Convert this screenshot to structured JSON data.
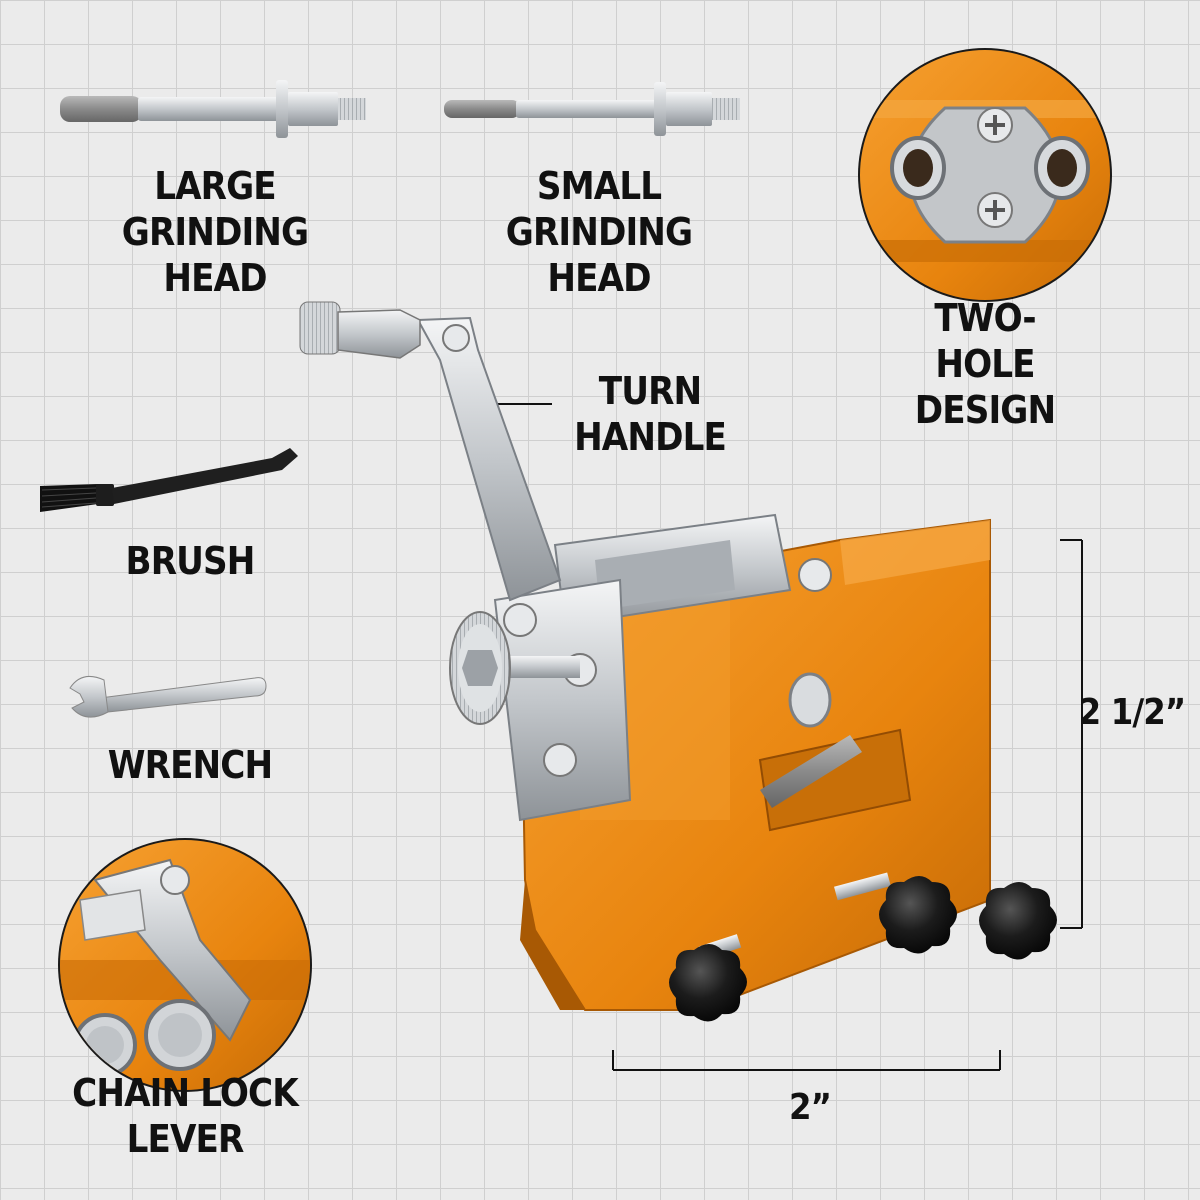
{
  "labels": {
    "large_grinding_head": [
      "LARGE GRINDING",
      "HEAD"
    ],
    "small_grinding_head": [
      "SMALL GRINDING",
      "HEAD"
    ],
    "two_hole_design": [
      "TWO-HOLE",
      "DESIGN"
    ],
    "turn_handle": [
      "TURN",
      "HANDLE"
    ],
    "brush": "BRUSH",
    "wrench": "WRENCH",
    "chain_lock_lever": [
      "CHAIN LOCK",
      "LEVER"
    ]
  },
  "dimensions": {
    "height": "2 1/2”",
    "width": "2”"
  },
  "colors": {
    "background": "#ebebeb",
    "grid": "#cfcfcf",
    "orange": "#e8840e",
    "orange_dark": "#b35f05",
    "steel": "#c9cdd1",
    "knob": "#1a1a1a",
    "text": "#111111"
  }
}
